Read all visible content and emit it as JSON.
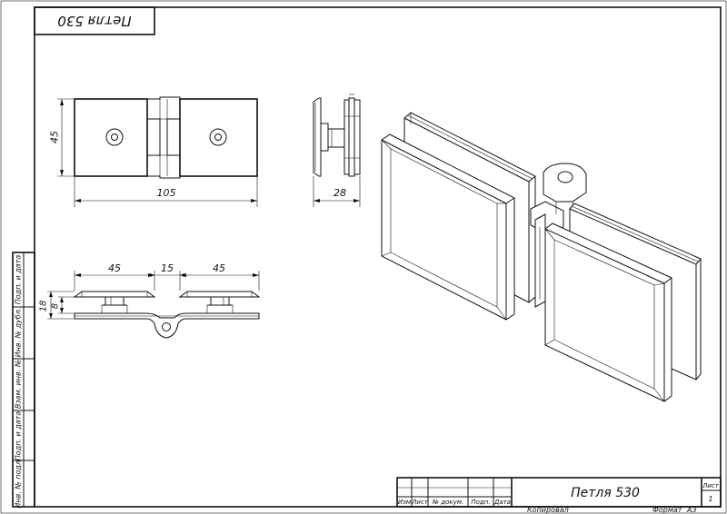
{
  "sheet": {
    "code_stamp": "Петля 530",
    "part_name": "Петля 530",
    "sheet_label": "Лист",
    "sheet_number": "1",
    "copied_label": "Копировал",
    "format_label": "Формат",
    "format_value": "A3"
  },
  "title_block": {
    "columns": [
      "Изм",
      "Лист",
      "№ докум.",
      "Подп.",
      "Дата"
    ]
  },
  "side_strip": {
    "labels": [
      "Подп. и дата",
      "Инв. № дубл.",
      "Взам. инв. №",
      "Подп. и дата",
      "Инв. № подл."
    ]
  },
  "dimensions": {
    "front_height": "45",
    "front_width": "105",
    "side_thickness": "28",
    "plan_left": "45",
    "plan_gap": "15",
    "plan_right": "45",
    "plan_total_height": "18",
    "plan_glass": "8"
  },
  "colors": {
    "line": "#111111",
    "paper": "#ffffff"
  }
}
